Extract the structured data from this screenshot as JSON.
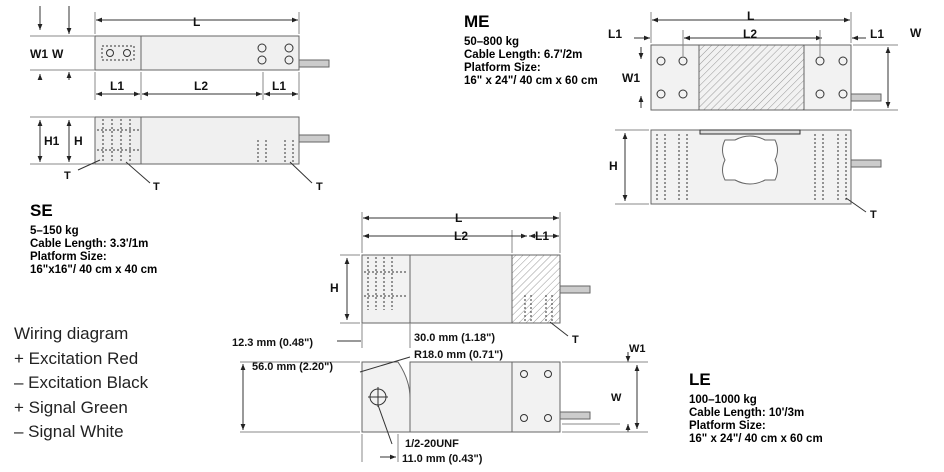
{
  "se": {
    "title": "SE",
    "capacity": "5–150 kg",
    "cable": "Cable Length: 3.3'/1m",
    "platform_label": "Platform Size:",
    "platform": "16\"x16\"/ 40 cm x 40 cm"
  },
  "me": {
    "title": "ME",
    "capacity": "50–800 kg",
    "cable": "Cable Length: 6.7'/2m",
    "platform_label": "Platform Size:",
    "platform": "16\" x 24\"/ 40 cm x 60 cm"
  },
  "le": {
    "title": "LE",
    "capacity": "100–1000 kg",
    "cable": "Cable Length: 10'/3m",
    "platform_label": "Platform Size:",
    "platform": "16\" x 24\"/ 40 cm x 60 cm"
  },
  "wiring": {
    "title": "Wiring diagram",
    "items": [
      "+ Excitation Red",
      "– Excitation Black",
      "+ Signal Green",
      "– Signal White"
    ]
  },
  "dims": {
    "L": "L",
    "L1": "L1",
    "L2": "L2",
    "W": "W",
    "W1": "W1",
    "H": "H",
    "H1": "H1",
    "T": "T",
    "d_12_3": "12.3 mm (0.48\")",
    "d_30": "30.0 mm (1.18\")",
    "d_56": "56.0 mm (2.20\")",
    "d_r18": "R18.0 mm (0.71\")",
    "d_thread": "1/2-20UNF",
    "d_11": "11.0 mm (0.43\")"
  }
}
